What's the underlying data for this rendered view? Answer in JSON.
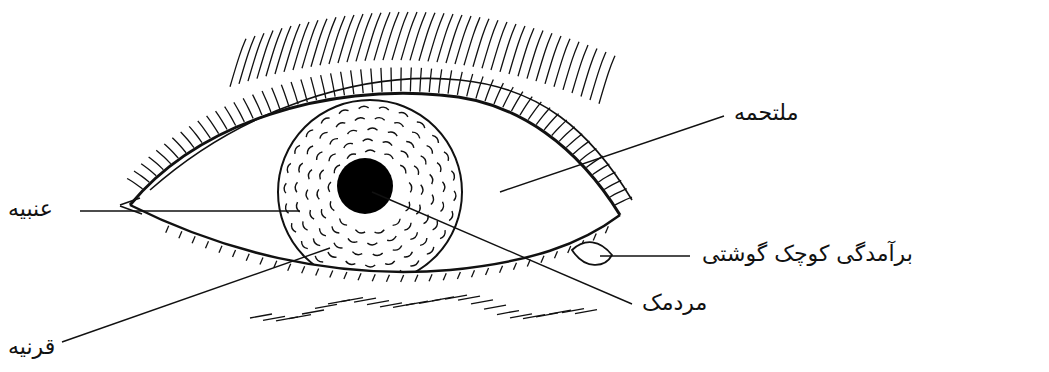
{
  "diagram": {
    "labels": [
      "ملتحمه",
      "عنبیه",
      "برآمدگی کوچک گوشتی",
      "مردمک",
      "قرنیه"
    ]
  }
}
